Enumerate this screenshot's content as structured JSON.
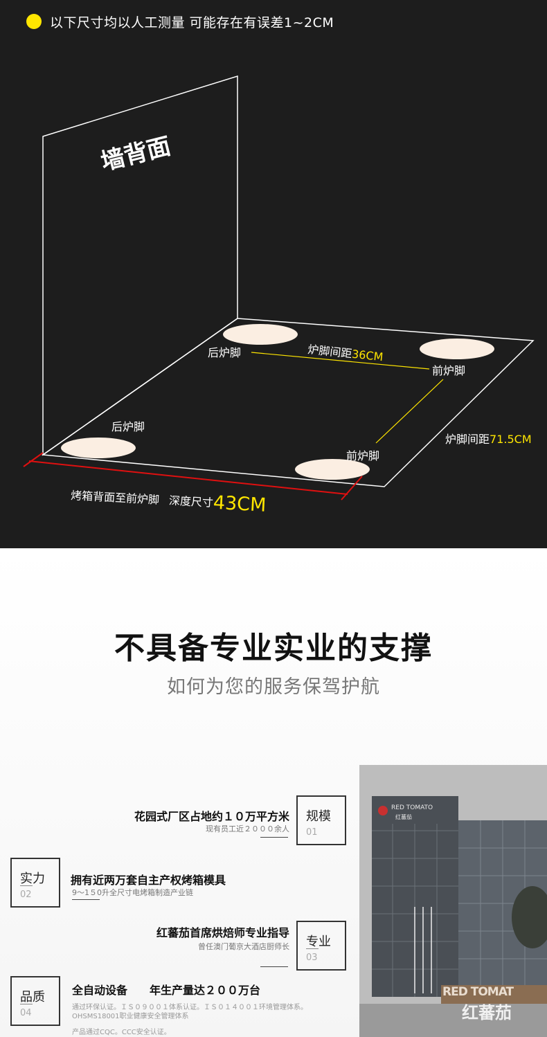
{
  "diagram": {
    "note": "以下尺寸均以人工测量 可能存在有误差1~2CM",
    "wall_label": "墙背面",
    "rear_foot_label_1": "后炉脚",
    "rear_foot_label_2": "后炉脚",
    "front_foot_label_1": "前炉脚",
    "front_foot_label_2": "前炉脚",
    "front_distance_prefix": "炉脚间距",
    "front_distance_value": "36CM",
    "side_distance_prefix": "炉脚间距",
    "side_distance_value": "71.5CM",
    "depth_prefix": "烤箱背面至前炉脚",
    "depth_mid": "深度尺寸",
    "depth_value": "43CM",
    "colors": {
      "background": "#1d1d1d",
      "highlight": "#ffe600",
      "measure_line": "#e01010",
      "foot": "#fbeee2"
    }
  },
  "support": {
    "title": "不具备专业实业的支撑",
    "subtitle": "如何为您的服务保驾护航",
    "features": [
      {
        "box_title": "规模",
        "box_num": "01",
        "headline": "花园式厂区占地约１０万平方米",
        "detail": "现有员工近２０００余人"
      },
      {
        "box_title": "实力",
        "box_num": "02",
        "headline": "拥有近两万套自主产权烤箱模具",
        "detail": "9～1５0升全尺寸电烤箱制造产业链"
      },
      {
        "box_title": "专业",
        "box_num": "03",
        "headline": "红蕃茄首席烘焙师专业指导",
        "detail": "曾任澳门葡京大酒店厨师长"
      },
      {
        "box_title": "品质",
        "box_num": "04",
        "headline": "全自动设备　　年生产量达２００万台",
        "detail_1": "通过环保认证。ＩＳ０９００１体系认证。ＩＳ０１４００１环境管理体系。",
        "detail_2": "OHSMS18001职业健康安全管理体系",
        "detail_3": "产品通过CQC。CCC安全认证。"
      }
    ],
    "photo": {
      "sign_text": "RED TOMATO",
      "sign_sub": "红蕃茄",
      "gate_text": "RED TOMAT",
      "gate_cn": "红蕃茄"
    }
  }
}
